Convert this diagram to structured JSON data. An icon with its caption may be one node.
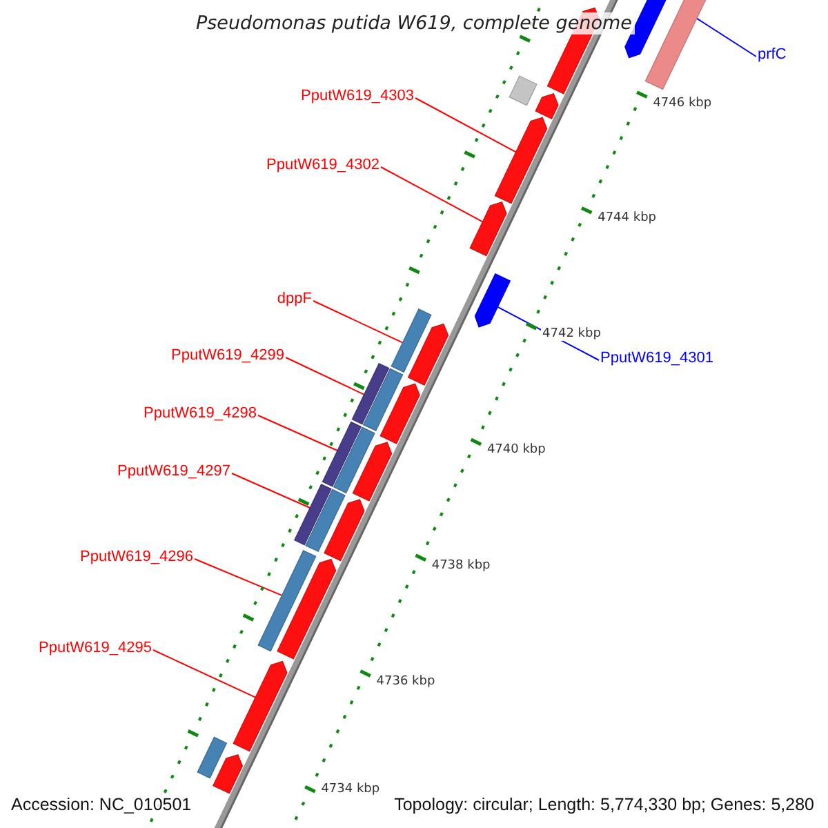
{
  "diagram": {
    "title": "Pseudomonas putida W619, complete genome",
    "nodes": [
      {
        "text": [
          "prfC"
        ]
      },
      {
        "text": [
          "PputW619_4303"
        ]
      },
      {
        "text": [
          "PputW619_4302"
        ]
      },
      {
        "text": [
          "dppF"
        ]
      },
      {
        "text": [
          "PputW619_4299"
        ]
      },
      {
        "text": [
          "PputW619_4301"
        ]
      },
      {
        "text": [
          "PputW619_4298"
        ]
      },
      {
        "text": [
          "PputW619_4297"
        ]
      },
      {
        "text": [
          "PputW619_4296"
        ]
      },
      {
        "text": [
          "PputW619_4295"
        ]
      },
      {
        "text": [],
        "shape": "bar"
      },
      {
        "text": [],
        "shape": "bar"
      },
      {
        "text": [],
        "shape": "bar"
      },
      {
        "text": [],
        "shape": "bar"
      },
      {
        "text": [],
        "shape": "bar"
      },
      {
        "text": [],
        "shape": "bar"
      },
      {
        "text": [],
        "shape": "bar"
      },
      {
        "text": [],
        "shape": "bar"
      },
      {
        "text": [],
        "shape": "bar"
      },
      {
        "text": [],
        "shape": "bar"
      },
      {
        "text": [],
        "shape": "bar"
      },
      {
        "text": [],
        "shape": "bar"
      },
      {
        "text": [],
        "shape": "bar"
      },
      {
        "text": [],
        "shape": "bar"
      },
      {
        "text": [],
        "shape": "bar"
      },
      {
        "text": [],
        "shape": "bar"
      },
      {
        "text": [],
        "shape": "bar"
      },
      {
        "text": [],
        "shape": "bar"
      },
      {
        "text": [],
        "shape": "bar"
      },
      {
        "text": [],
        "shape": "bar"
      },
      {
        "text": [],
        "shape": "bar"
      },
      {
        "text": [],
        "shape": "bar"
      },
      {
        "text": [],
        "shape": "bar"
      },
      {
        "text": [],
        "shape": "bar"
      }
    ],
    "edges": [
      {
        "from": 0,
        "to": 10,
        "arrow": "none",
        "color": "#0000ff"
      },
      {
        "from": 1,
        "to": 11,
        "arrow": "none"
      },
      {
        "from": 2,
        "to": 12,
        "arrow": "none"
      },
      {
        "from": 3,
        "to": 13,
        "arrow": "none"
      },
      {
        "from": 4,
        "to": 14,
        "arrow": "none"
      },
      {
        "from": 5,
        "to": 15,
        "arrow": "none",
        "color": "#0000ff"
      },
      {
        "from": 6,
        "to": 16,
        "arrow": "none"
      },
      {
        "from": 7,
        "to": 17,
        "arrow": "none"
      },
      {
        "from": 8,
        "to": 18,
        "arrow": "none"
      },
      {
        "from": 9,
        "to": 19,
        "arrow": "none"
      }
    ],
    "labels": [
      "4746 kbp",
      "4744 kbp",
      "4742 kbp",
      "4740 kbp",
      "4738 kbp",
      "4736 kbp",
      "4734 kbp",
      "Accession: NC_010501",
      "Topology: circular; Length: 5,774,330 bp; Genes: 5,280"
    ]
  }
}
